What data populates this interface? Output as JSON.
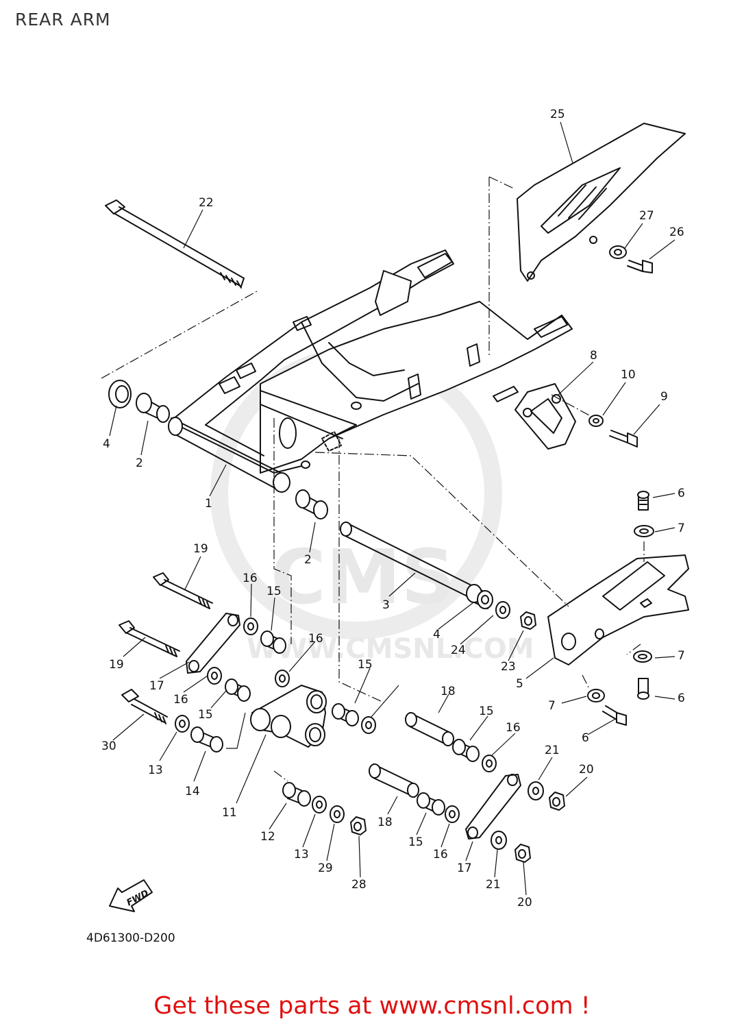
{
  "header": {
    "title": "REAR ARM"
  },
  "watermark": {
    "brand": "CMS",
    "site": "WWW.CMSNL.COM"
  },
  "diagram": {
    "code": "4D61300-D200",
    "fwd_label": "FWD",
    "callouts": [
      "25",
      "22",
      "27",
      "26",
      "8",
      "10",
      "9",
      "4",
      "2",
      "1",
      "6",
      "7",
      "2",
      "19",
      "16",
      "15",
      "3",
      "4",
      "24",
      "23",
      "5",
      "7",
      "19",
      "16",
      "17",
      "15",
      "16",
      "18",
      "7",
      "6",
      "15",
      "6",
      "15",
      "16",
      "30",
      "13",
      "14",
      "11",
      "21",
      "20",
      "12",
      "13",
      "29",
      "28",
      "18",
      "15",
      "16",
      "17",
      "21",
      "20"
    ]
  },
  "footer": {
    "text": "Get these parts at www.cmsnl.com !"
  }
}
